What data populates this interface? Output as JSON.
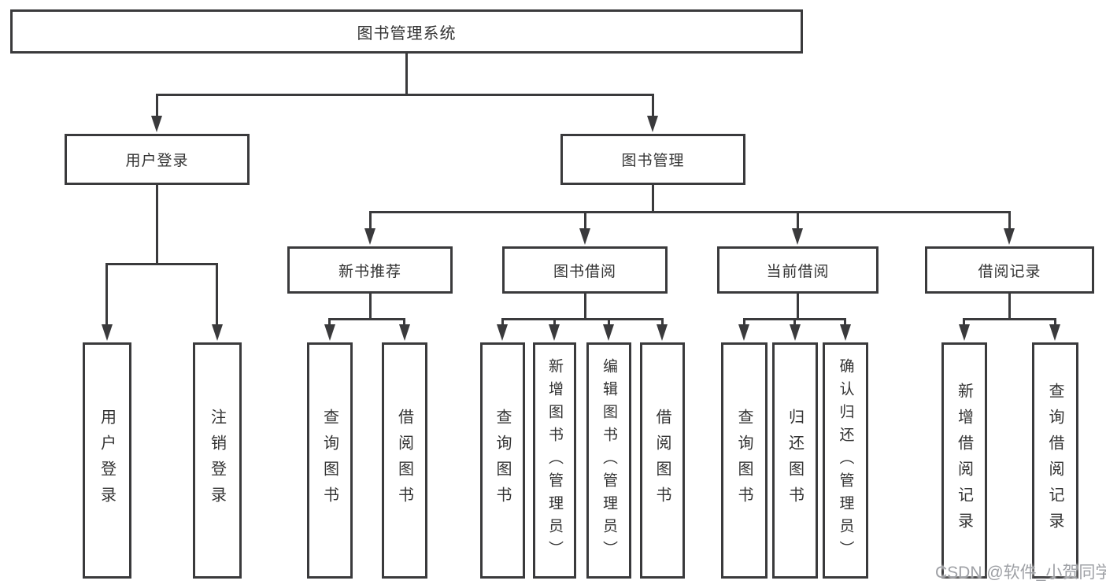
{
  "diagram": {
    "title": "图书管理系统",
    "root": {
      "label": "图书管理系统"
    },
    "level2": [
      {
        "label": "用户登录"
      },
      {
        "label": "图书管理"
      }
    ],
    "level3": [
      {
        "label": "新书推荐"
      },
      {
        "label": "图书借阅"
      },
      {
        "label": "当前借阅"
      },
      {
        "label": "借阅记录"
      }
    ],
    "leaves": {
      "user_login": [
        "用户登录",
        "注销登录"
      ],
      "new_book": [
        "查询图书",
        "借阅图书"
      ],
      "book_borrow": [
        "查询图书",
        "新增图书（管理员）",
        "编辑图书（管理员）",
        "借阅图书"
      ],
      "current_borrow": [
        "查询图书",
        "归还图书",
        "确认归还（管理员）"
      ],
      "borrow_record": [
        "新增借阅记录",
        "查询借阅记录"
      ]
    },
    "watermark": "CSDN @软件_小贺同学",
    "colors": {
      "line": "#3a3a3c",
      "text": "#333333",
      "background": "#ffffff",
      "watermark": "#9ea0a5"
    }
  }
}
